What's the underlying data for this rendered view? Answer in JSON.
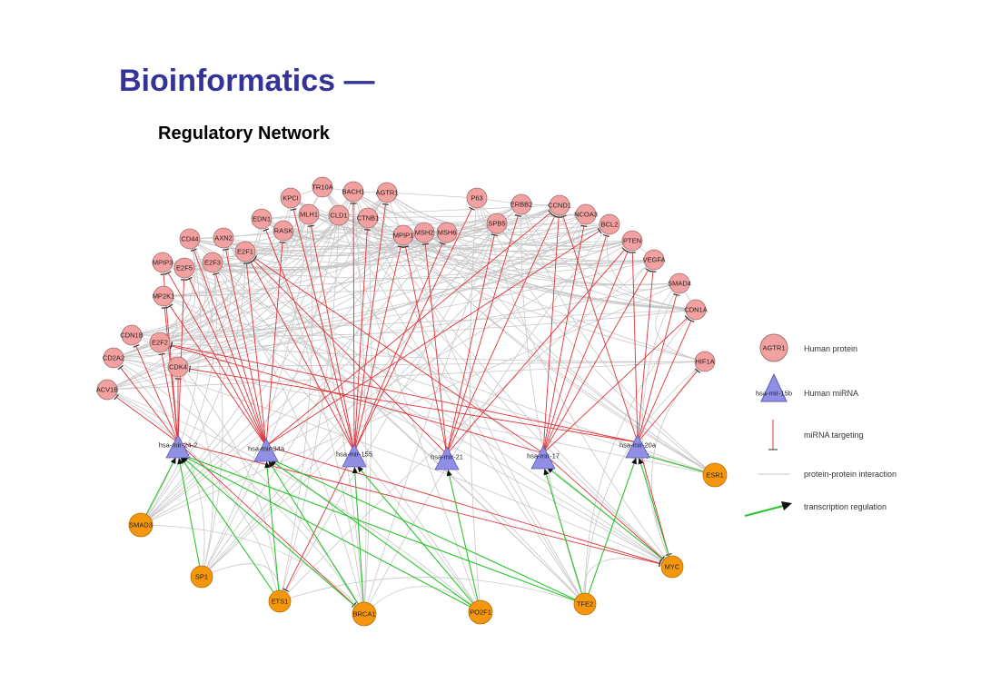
{
  "slide": {
    "title": "Bioinformatics —",
    "subtitle": "Regulatory Network"
  },
  "colors": {
    "protein_fill": "#f3a0a0",
    "protein_stroke": "#9a7070",
    "mirna_fill": "#8f8fe6",
    "mirna_stroke": "#5c5cb0",
    "tf_fill": "#f5960f",
    "tf_stroke": "#b86a00",
    "targeting_edge": "#e0343a",
    "ppi_edge": "#c8c8c8",
    "regulation_edge": "#2cc42c",
    "title": "#33339a"
  },
  "legend": {
    "protein_example": "AGTR1",
    "protein_label": "Human protein",
    "mirna_example": "hsa-mir-15b",
    "mirna_label": "Human miRNA",
    "targeting_label": "miRNA targeting",
    "ppi_label": "protein-protein interaction",
    "regulation_label": "transcription regulation"
  },
  "network": {
    "proteins": [
      "KPCI",
      "TR10A",
      "BACH1",
      "AGTR1",
      "P63",
      "ERBB2",
      "CCND1",
      "EDN1",
      "MLH1",
      "CLD1",
      "CTNB1",
      "NCOA3",
      "CD44",
      "AXN2",
      "RASK",
      "MPIP1",
      "MSH2",
      "MSH6",
      "SPB5",
      "BCL2",
      "MPIP3",
      "E2F5",
      "E2F3",
      "E2F1",
      "PTEN",
      "VEGFA",
      "MP2K1",
      "SMAD4",
      "CDN1A",
      "CDN1B",
      "E2F2",
      "CD2A2",
      "CDK4",
      "HIF1A",
      "ACV1B"
    ],
    "mirnas": [
      "hsa-mir-24-2",
      "hsa-mir-34a",
      "hsa-mir-155",
      "hsa-mir-21",
      "hsa-mir-17",
      "hsa-mir-20a"
    ],
    "tfs": [
      "ESR1",
      "SMAD3",
      "SP1",
      "ETS1",
      "BRCA1",
      "PO2F1",
      "TFE2",
      "MYC"
    ],
    "targeting": [
      [
        "hsa-mir-24-2",
        "E2F2"
      ],
      [
        "hsa-mir-24-2",
        "CDK4"
      ],
      [
        "hsa-mir-24-2",
        "ACV1B"
      ],
      [
        "hsa-mir-24-2",
        "CDN1B"
      ],
      [
        "hsa-mir-24-2",
        "CD2A2"
      ],
      [
        "hsa-mir-24-2",
        "MPIP3"
      ],
      [
        "hsa-mir-24-2",
        "MP2K1"
      ],
      [
        "hsa-mir-24-2",
        "E2F5"
      ],
      [
        "hsa-mir-34a",
        "E2F3"
      ],
      [
        "hsa-mir-34a",
        "E2F1"
      ],
      [
        "hsa-mir-34a",
        "E2F5"
      ],
      [
        "hsa-mir-34a",
        "AXN2"
      ],
      [
        "hsa-mir-34a",
        "CD44"
      ],
      [
        "hsa-mir-34a",
        "MP2K1"
      ],
      [
        "hsa-mir-34a",
        "CCND1"
      ],
      [
        "hsa-mir-34a",
        "BCL2"
      ],
      [
        "hsa-mir-34a",
        "RASK"
      ],
      [
        "hsa-mir-34a",
        "MPIP3"
      ],
      [
        "hsa-mir-155",
        "EDN1"
      ],
      [
        "hsa-mir-155",
        "KPCI"
      ],
      [
        "hsa-mir-155",
        "AGTR1"
      ],
      [
        "hsa-mir-155",
        "MLH1"
      ],
      [
        "hsa-mir-155",
        "BACH1"
      ],
      [
        "hsa-mir-155",
        "E2F1"
      ],
      [
        "hsa-mir-155",
        "MSH6"
      ],
      [
        "hsa-mir-155",
        "P63"
      ],
      [
        "hsa-mir-155",
        "CTNB1"
      ],
      [
        "hsa-mir-155",
        "MPIP1"
      ],
      [
        "hsa-mir-21",
        "ERBB2"
      ],
      [
        "hsa-mir-21",
        "MSH2"
      ],
      [
        "hsa-mir-21",
        "SPB5"
      ],
      [
        "hsa-mir-21",
        "PTEN"
      ],
      [
        "hsa-mir-21",
        "E2F1"
      ],
      [
        "hsa-mir-21",
        "CCND1"
      ],
      [
        "hsa-mir-21",
        "MPIP1"
      ],
      [
        "hsa-mir-17",
        "CDN1A"
      ],
      [
        "hsa-mir-17",
        "E2F1"
      ],
      [
        "hsa-mir-17",
        "VEGFA"
      ],
      [
        "hsa-mir-17",
        "NCOA3"
      ],
      [
        "hsa-mir-17",
        "CCND1"
      ],
      [
        "hsa-mir-17",
        "E2F2"
      ],
      [
        "hsa-mir-17",
        "PTEN"
      ],
      [
        "hsa-mir-17",
        "BCL2"
      ],
      [
        "hsa-mir-20a",
        "HIF1A"
      ],
      [
        "hsa-mir-20a",
        "SMAD4"
      ],
      [
        "hsa-mir-20a",
        "VEGFA"
      ],
      [
        "hsa-mir-20a",
        "CDN1A"
      ],
      [
        "hsa-mir-20a",
        "CCND1"
      ],
      [
        "hsa-mir-20a",
        "E2F2"
      ],
      [
        "hsa-mir-20a",
        "CDK4"
      ],
      [
        "hsa-mir-20a",
        "PTEN"
      ],
      [
        "hsa-mir-24-2",
        "MYC"
      ],
      [
        "hsa-mir-24-2",
        "BRCA1"
      ],
      [
        "hsa-mir-155",
        "ETS1"
      ],
      [
        "hsa-mir-17",
        "MYC"
      ],
      [
        "hsa-mir-20a",
        "MYC"
      ],
      [
        "hsa-mir-34a",
        "MYC"
      ]
    ],
    "regulation": [
      [
        "SMAD3",
        "hsa-mir-24-2"
      ],
      [
        "SP1",
        "hsa-mir-24-2"
      ],
      [
        "ETS1",
        "hsa-mir-24-2"
      ],
      [
        "BRCA1",
        "hsa-mir-24-2"
      ],
      [
        "PO2F1",
        "hsa-mir-24-2"
      ],
      [
        "TFE2",
        "hsa-mir-24-2"
      ],
      [
        "ETS1",
        "hsa-mir-34a"
      ],
      [
        "BRCA1",
        "hsa-mir-34a"
      ],
      [
        "PO2F1",
        "hsa-mir-34a"
      ],
      [
        "TFE2",
        "hsa-mir-34a"
      ],
      [
        "BRCA1",
        "hsa-mir-155"
      ],
      [
        "PO2F1",
        "hsa-mir-155"
      ],
      [
        "PO2F1",
        "hsa-mir-21"
      ],
      [
        "TFE2",
        "hsa-mir-17"
      ],
      [
        "MYC",
        "hsa-mir-17"
      ],
      [
        "MYC",
        "hsa-mir-20a"
      ],
      [
        "TFE2",
        "hsa-mir-20a"
      ],
      [
        "ESR1",
        "hsa-mir-20a"
      ]
    ]
  }
}
